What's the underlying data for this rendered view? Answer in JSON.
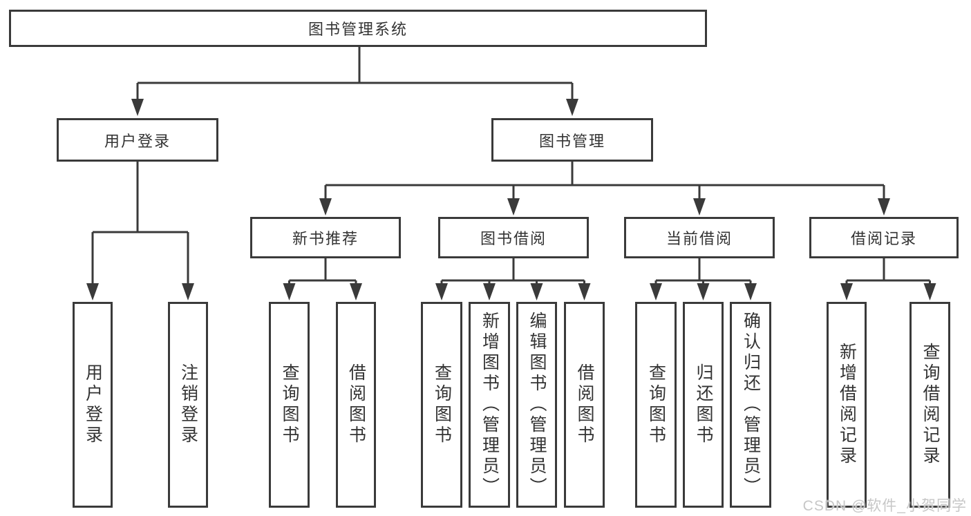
{
  "tree": {
    "root": {
      "label": "图书管理系统"
    },
    "branches": [
      {
        "label": "用户登录",
        "children": [
          {
            "label": "用户登录"
          },
          {
            "label": "注销登录"
          }
        ]
      },
      {
        "label": "图书管理",
        "children": [
          {
            "label": "新书推荐",
            "children": [
              {
                "label": "查询图书"
              },
              {
                "label": "借阅图书"
              }
            ]
          },
          {
            "label": "图书借阅",
            "children": [
              {
                "label": "查询图书"
              },
              {
                "label": "新增图书（管理员）"
              },
              {
                "label": "编辑图书（管理员）"
              },
              {
                "label": "借阅图书"
              }
            ]
          },
          {
            "label": "当前借阅",
            "children": [
              {
                "label": "查询图书"
              },
              {
                "label": "归还图书"
              },
              {
                "label": "确认归还（管理员）"
              }
            ]
          },
          {
            "label": "借阅记录",
            "children": [
              {
                "label": "新增借阅记录"
              },
              {
                "label": "查询借阅记录"
              }
            ]
          }
        ]
      }
    ]
  },
  "watermark": "CSDN @软件_小贺同学",
  "colors": {
    "line": "#3a3a3a",
    "text": "#333333",
    "watermark": "#c7c7c7",
    "background": "#ffffff"
  }
}
